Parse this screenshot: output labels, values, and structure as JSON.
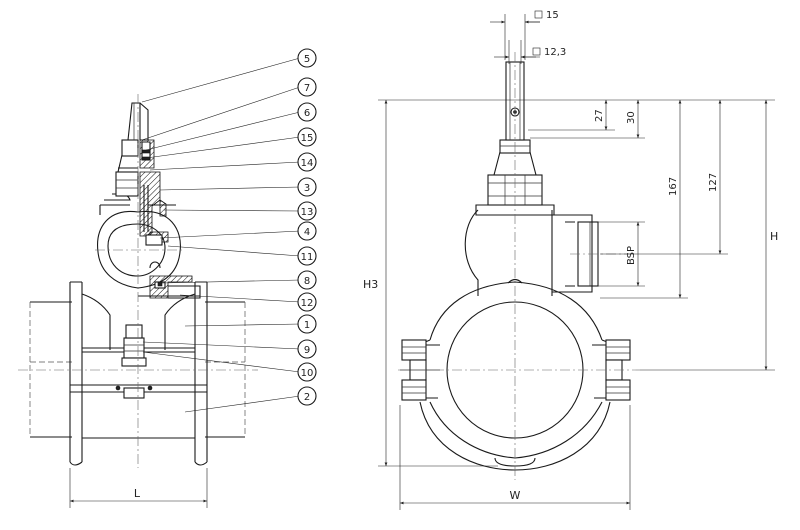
{
  "balloons": [
    "5",
    "7",
    "6",
    "15",
    "14",
    "3",
    "13",
    "4",
    "11",
    "8",
    "12",
    "1",
    "9",
    "10",
    "2"
  ],
  "dimensions": {
    "square_top": "15",
    "square_bottom": "12,3",
    "d27": "27",
    "d30": "30",
    "d167": "167",
    "d127": "127",
    "bsp": "BSP",
    "H": "H",
    "H3": "H3",
    "L": "L",
    "W": "W"
  }
}
